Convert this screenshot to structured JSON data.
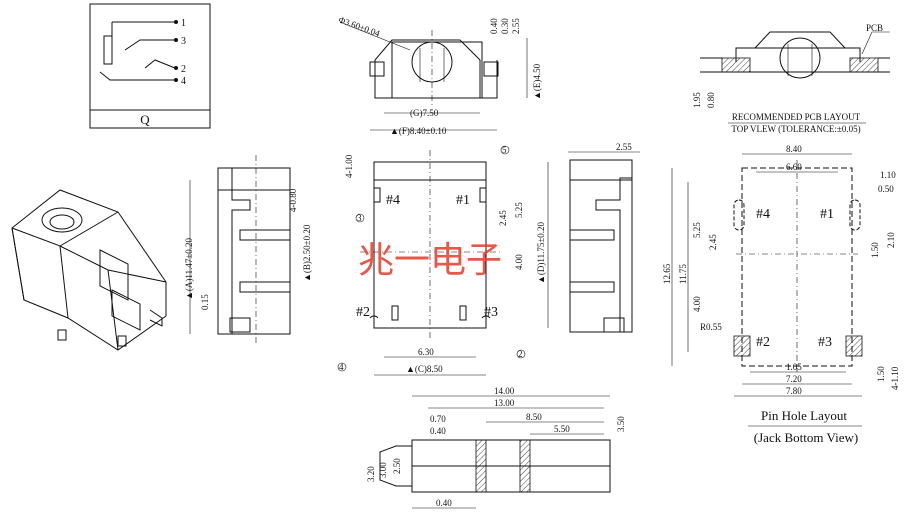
{
  "schematic": {
    "pins": [
      "1",
      "3",
      "2",
      "4"
    ],
    "label": "Q"
  },
  "top_view": {
    "dims": [
      "Φ3.60±0.04",
      "0.40",
      "0.30",
      "2.55",
      "▲(E)4.50",
      "(G)7.50",
      "▲(F)8.40±0.10"
    ]
  },
  "pcb_layout": {
    "pcb_label": "PCB",
    "dims": [
      "1.95",
      "0.80"
    ],
    "title": "RECOMMENDED PCB LAYOUT",
    "subtitle": "TOP VLEW (TOLERANCE:±0.05)"
  },
  "side_view": {
    "dims": [
      "▲(A)11.47±0.20",
      "4-0.80",
      "▲(B)2.50±0.20",
      "0.15"
    ]
  },
  "front_view": {
    "dims": [
      "4-1.00",
      "2.45",
      "5.25",
      "4.00",
      "▲(D)11.75±0.20",
      "6.30",
      "▲(C)8.50"
    ],
    "pins": [
      "#4",
      "#1",
      "#2",
      "#3"
    ],
    "markers": [
      "5",
      "3",
      "4",
      "2"
    ]
  },
  "right_view": {
    "dims": [
      "2.55"
    ]
  },
  "pin_layout": {
    "dims_top": [
      "8.40",
      "6.60",
      "1.10",
      "0.50"
    ],
    "dims_left": [
      "5.25",
      "2.45",
      "12.65",
      "11.75",
      "4.00"
    ],
    "dims_right": [
      "1.50",
      "2.10",
      "1.50",
      "4-1.10"
    ],
    "radius": "R0.55",
    "dims_bottom": [
      "1.05",
      "7.20",
      "7.80"
    ],
    "pins": [
      "#4",
      "#1",
      "#2",
      "#3"
    ],
    "title": "Pin Hole Layout",
    "subtitle": "(Jack Bottom View)"
  },
  "bottom_view": {
    "dims": [
      "14.00",
      "13.00",
      "0.70",
      "8.50",
      "0.40",
      "5.50",
      "3.50",
      "3.20",
      "3.00",
      "2.50",
      "0.40"
    ]
  },
  "watermark": "兆一电子"
}
